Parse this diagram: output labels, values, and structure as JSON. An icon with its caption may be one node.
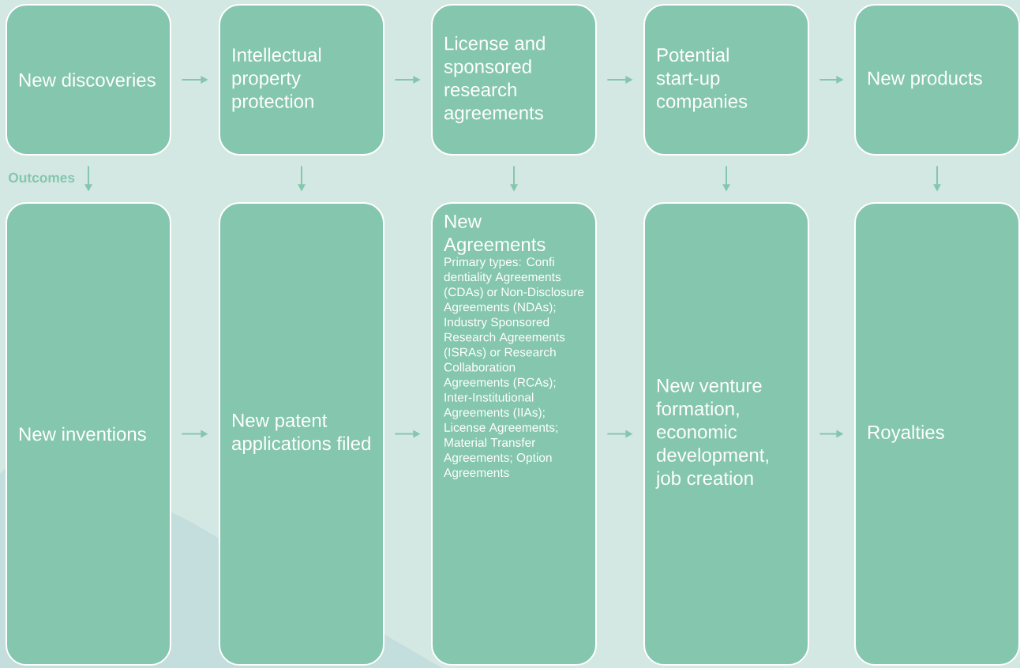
{
  "diagram": {
    "nodes": [
      {
        "text": [
          "New discoveries"
        ]
      },
      {
        "text": [
          "Intellectual property protection"
        ]
      },
      {
        "text": [
          "License and sponsored research agreements"
        ]
      },
      {
        "text": [
          "Potential start-up companies"
        ]
      },
      {
        "text": [
          "New products"
        ]
      },
      {
        "text": [
          "New inventions"
        ]
      },
      {
        "text": [
          "New patent applications filed"
        ]
      },
      {
        "text": [
          "New Agreements",
          "Primary types: Confi dentiality Agreements (CDAs) or Non-Disclosure Agreements (NDAs); Industry Sponsored Research Agreements (ISRAs) or Research Collaboration Agreements (RCAs); Inter-Institutional Agreements (IIAs); License Agreements; Material Transfer Agreements; Option Agreements"
        ]
      },
      {
        "text": [
          "New venture formation, economic development, job creation"
        ]
      },
      {
        "text": [
          "Royalties"
        ]
      }
    ],
    "edges": [
      {
        "from": 0,
        "to": 1,
        "arrow": "to"
      },
      {
        "from": 1,
        "to": 2,
        "arrow": "to"
      },
      {
        "from": 2,
        "to": 3,
        "arrow": "to"
      },
      {
        "from": 3,
        "to": 4,
        "arrow": "to"
      },
      {
        "from": 0,
        "to": 5,
        "arrow": "to"
      },
      {
        "from": 1,
        "to": 6,
        "arrow": "to"
      },
      {
        "from": 2,
        "to": 7,
        "arrow": "to"
      },
      {
        "from": 3,
        "to": 8,
        "arrow": "to"
      },
      {
        "from": 4,
        "to": 9,
        "arrow": "to"
      },
      {
        "from": 5,
        "to": 6,
        "arrow": "to"
      },
      {
        "from": 6,
        "to": 7,
        "arrow": "to"
      },
      {
        "from": 7,
        "to": 8,
        "arrow": "to"
      },
      {
        "from": 8,
        "to": 9,
        "arrow": "to"
      }
    ],
    "labels": [
      "Outcomes"
    ]
  }
}
